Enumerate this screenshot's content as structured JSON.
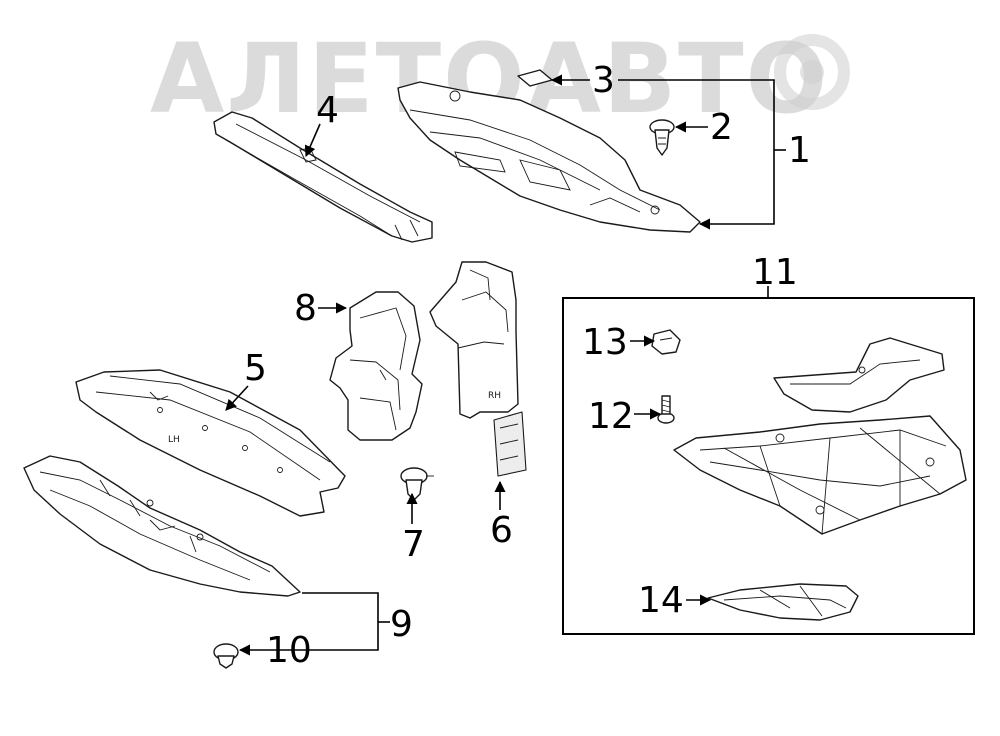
{
  "watermark": "АЛЕТОАВТО",
  "callouts": {
    "c1": "1",
    "c2": "2",
    "c3": "3",
    "c4": "4",
    "c5": "5",
    "c6": "6",
    "c7": "7",
    "c8": "8",
    "c9": "9",
    "c10": "10",
    "c11": "11",
    "c12": "12",
    "c13": "13",
    "c14": "14"
  },
  "markings": {
    "rh": "RH",
    "lh": "LH"
  }
}
